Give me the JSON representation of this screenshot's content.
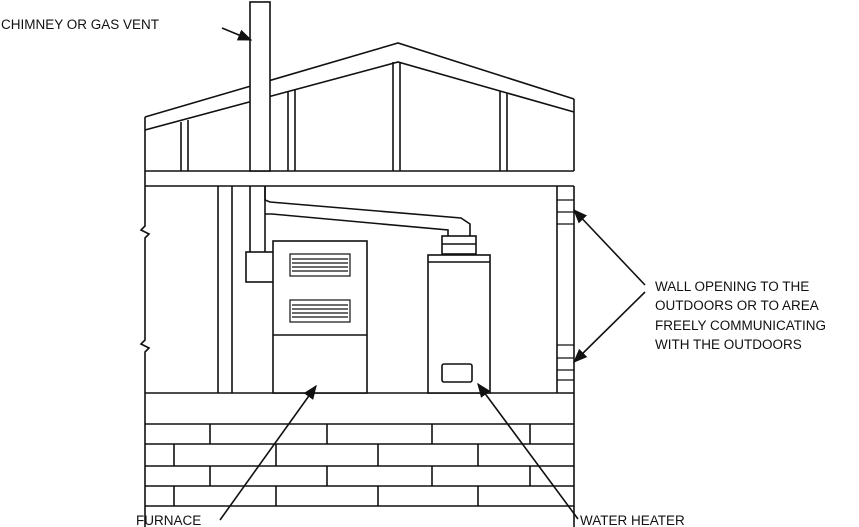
{
  "labels": {
    "chimney": "CHIMNEY OR GAS VENT",
    "wall_opening": [
      "WALL OPENING TO THE",
      "OUTDOORS OR TO AREA",
      "FREELY COMMUNICATING",
      "WITH THE OUTDOORS"
    ],
    "furnace": "FURNACE",
    "water_heater": "WATER HEATER"
  }
}
